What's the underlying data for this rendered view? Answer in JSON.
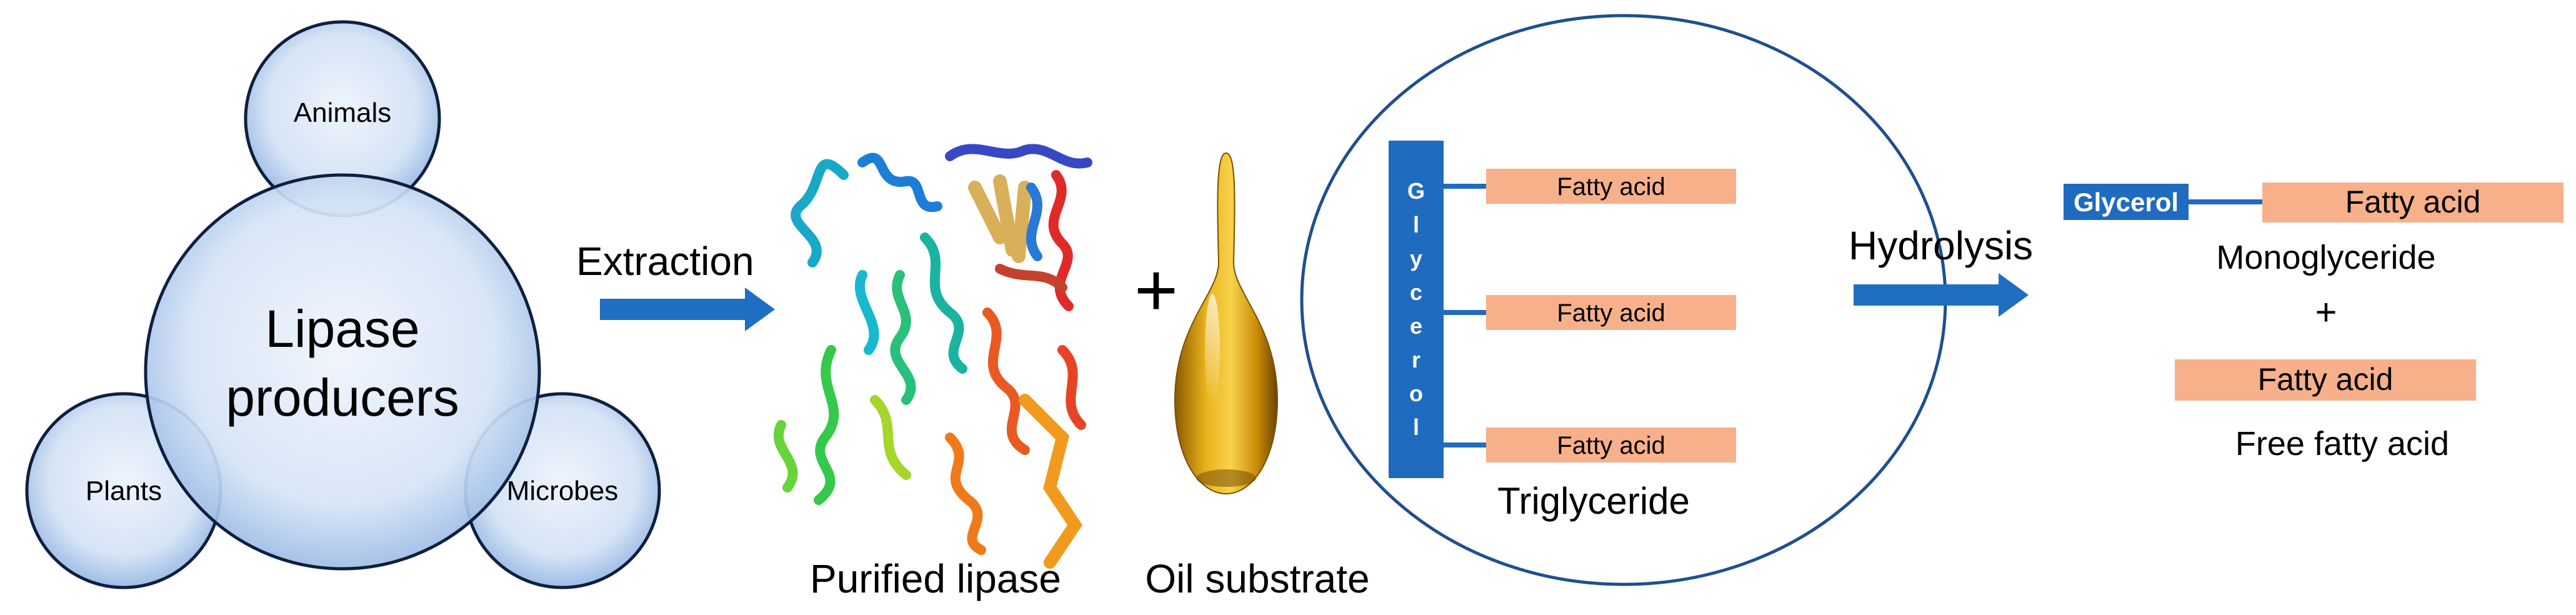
{
  "producers": {
    "center_label_line1": "Lipase",
    "center_label_line2": "producers",
    "animals_label": "Animals",
    "plants_label": "Plants",
    "microbes_label": "Microbes"
  },
  "extraction_label": "Extraction",
  "purified_lipase_label": "Purified lipase",
  "plus_sign": "+",
  "oil_substrate_label": "Oil substrate",
  "triglyceride": {
    "glycerol_letters": [
      "G",
      "l",
      "y",
      "c",
      "e",
      "r",
      "o",
      "l"
    ],
    "fatty_acids": [
      "Fatty acid",
      "Fatty acid",
      "Fatty acid"
    ],
    "label": "Triglyceride"
  },
  "hydrolysis_label": "Hydrolysis",
  "products": {
    "glycerol_label": "Glycerol",
    "mono_fatty_acid_label": "Fatty acid",
    "monoglyceride_label": "Monoglyceride",
    "plus_sign": "+",
    "free_fatty_acid_box_label": "Fatty acid",
    "free_fatty_acid_label": "Free fatty acid"
  },
  "colors": {
    "glycerol_blue": "#1f6bbf",
    "fatty_acid_orange": "#f7b08a",
    "arrow_blue": "#1e6fc3",
    "bubble_blue": "#d8e5f5",
    "outline": "#0f1f40",
    "oil_gold": "#e0a817"
  },
  "icons": {
    "protein": "protein-ribbon-icon",
    "oil": "oil-drop-icon"
  }
}
